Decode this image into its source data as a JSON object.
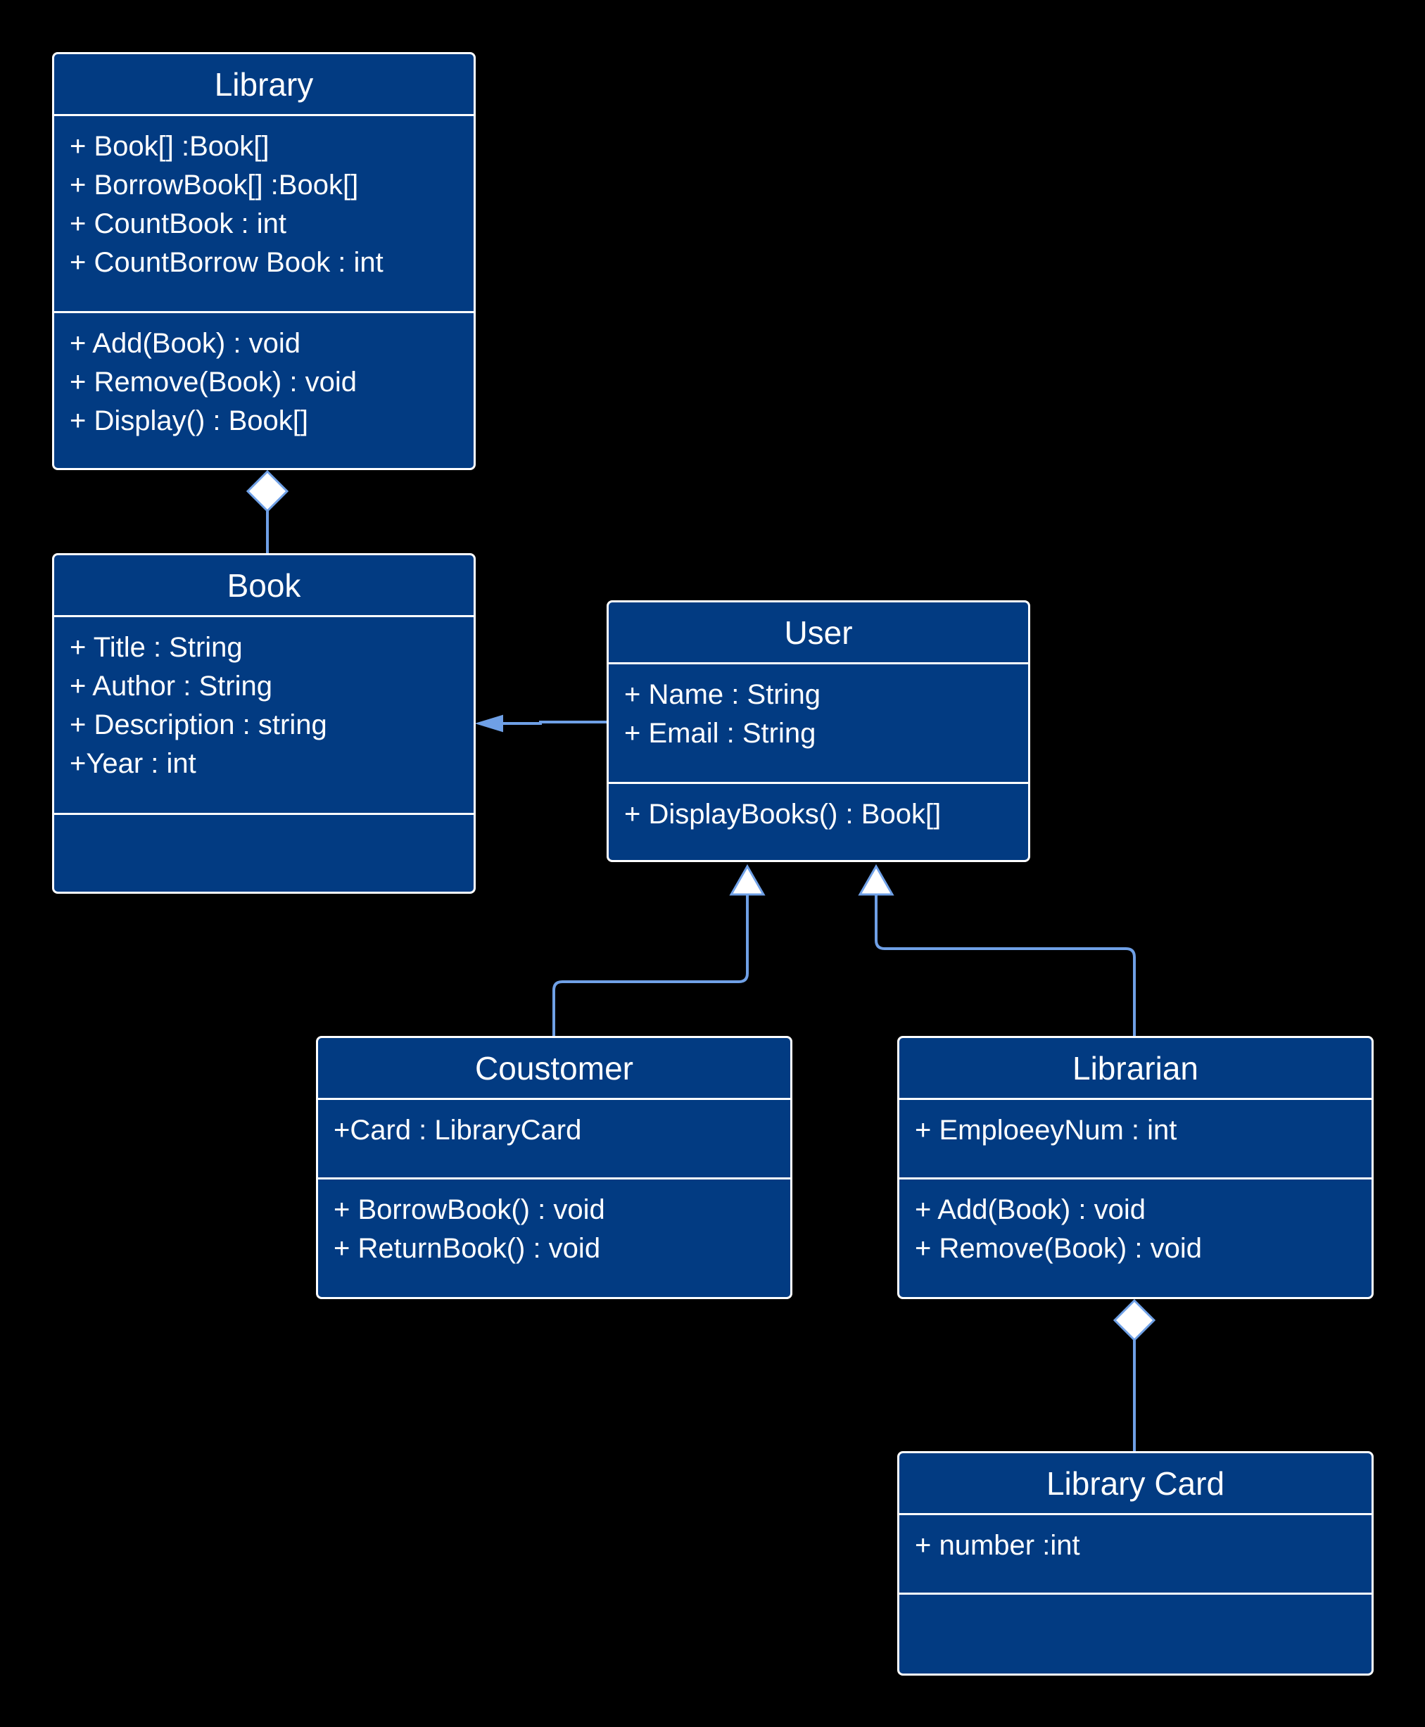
{
  "colors": {
    "background": "#000000",
    "class_fill": "#023b82",
    "class_border": "#ffffff",
    "connector": "#6fa0e6",
    "text": "#ffffff"
  },
  "classes": {
    "library": {
      "name": "Library",
      "attributes": [
        "+ Book[] :Book[]",
        "+ BorrowBook[] :Book[]",
        "+ CountBook : int",
        "+ CountBorrow Book : int"
      ],
      "operations": [
        "+ Add(Book) : void",
        "+ Remove(Book) : void",
        "+ Display() : Book[]"
      ]
    },
    "book": {
      "name": "Book",
      "attributes": [
        "+ Title : String",
        "+ Author : String",
        "+ Description : string",
        "+Year : int"
      ],
      "operations": []
    },
    "user": {
      "name": "User",
      "attributes": [
        "+ Name : String",
        "+ Email : String"
      ],
      "operations": [
        "+ DisplayBooks() : Book[]"
      ]
    },
    "customer": {
      "name": "Coustomer",
      "attributes": [
        "+Card : LibraryCard"
      ],
      "operations": [
        "+ BorrowBook() : void",
        "+ ReturnBook() : void"
      ]
    },
    "librarian": {
      "name": "Librarian",
      "attributes": [
        "+ EmploeeyNum : int"
      ],
      "operations": [
        "+ Add(Book) : void",
        "+ Remove(Book) : void"
      ]
    },
    "library_card": {
      "name": "Library Card",
      "attributes": [
        "+ number :int"
      ],
      "operations": []
    }
  },
  "relationships": [
    {
      "type": "aggregation",
      "whole": "Library",
      "part": "Book"
    },
    {
      "type": "association",
      "from": "User",
      "to": "Book"
    },
    {
      "type": "generalization",
      "child": "Coustomer",
      "parent": "User"
    },
    {
      "type": "generalization",
      "child": "Librarian",
      "parent": "User"
    },
    {
      "type": "aggregation",
      "whole": "Librarian",
      "part": "Library Card"
    }
  ]
}
